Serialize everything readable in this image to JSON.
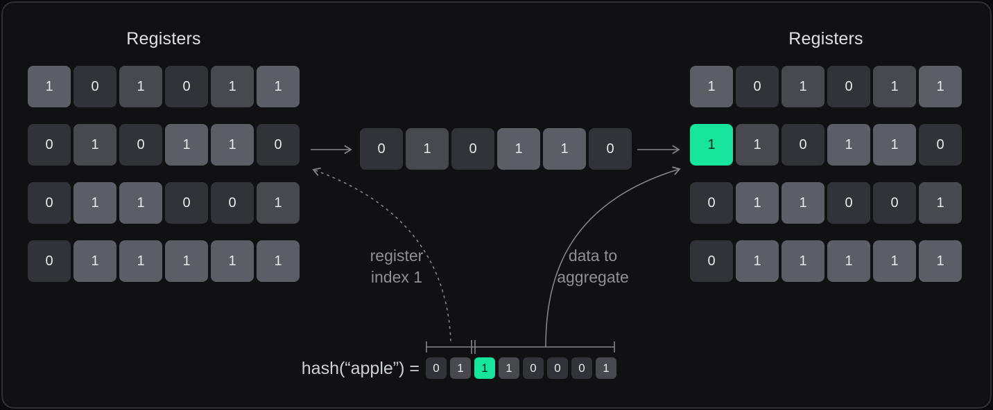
{
  "colors": {
    "background": "#0b0b0d",
    "panel": "#111114",
    "panel_border": "#303136",
    "cell_dark": "#313338",
    "cell_mid": "#47494f",
    "cell_light": "#5b5e65",
    "accent_green": "#17e59e",
    "cell_text": "#e8e9eb",
    "green_cell_text": "#0b2419",
    "title_text": "#dfe0e3",
    "muted_text": "#8f9095",
    "line": "#84858a"
  },
  "left_registers": {
    "title": "Registers",
    "rows": [
      [
        {
          "v": "1",
          "s": "l"
        },
        {
          "v": "0",
          "s": "d"
        },
        {
          "v": "1",
          "s": "m"
        },
        {
          "v": "0",
          "s": "d"
        },
        {
          "v": "1",
          "s": "m"
        },
        {
          "v": "1",
          "s": "l"
        }
      ],
      [
        {
          "v": "0",
          "s": "d"
        },
        {
          "v": "1",
          "s": "m"
        },
        {
          "v": "0",
          "s": "d"
        },
        {
          "v": "1",
          "s": "l"
        },
        {
          "v": "1",
          "s": "l"
        },
        {
          "v": "0",
          "s": "d"
        }
      ],
      [
        {
          "v": "0",
          "s": "d"
        },
        {
          "v": "1",
          "s": "l"
        },
        {
          "v": "1",
          "s": "l"
        },
        {
          "v": "0",
          "s": "d"
        },
        {
          "v": "0",
          "s": "d"
        },
        {
          "v": "1",
          "s": "m"
        }
      ],
      [
        {
          "v": "0",
          "s": "d"
        },
        {
          "v": "1",
          "s": "l"
        },
        {
          "v": "1",
          "s": "l"
        },
        {
          "v": "1",
          "s": "l"
        },
        {
          "v": "1",
          "s": "l"
        },
        {
          "v": "1",
          "s": "l"
        }
      ]
    ]
  },
  "right_registers": {
    "title": "Registers",
    "rows": [
      [
        {
          "v": "1",
          "s": "l"
        },
        {
          "v": "0",
          "s": "d"
        },
        {
          "v": "1",
          "s": "m"
        },
        {
          "v": "0",
          "s": "d"
        },
        {
          "v": "1",
          "s": "m"
        },
        {
          "v": "1",
          "s": "l"
        }
      ],
      [
        {
          "v": "1",
          "s": "g"
        },
        {
          "v": "1",
          "s": "m"
        },
        {
          "v": "0",
          "s": "d"
        },
        {
          "v": "1",
          "s": "l"
        },
        {
          "v": "1",
          "s": "l"
        },
        {
          "v": "0",
          "s": "d"
        }
      ],
      [
        {
          "v": "0",
          "s": "d"
        },
        {
          "v": "1",
          "s": "l"
        },
        {
          "v": "1",
          "s": "l"
        },
        {
          "v": "0",
          "s": "d"
        },
        {
          "v": "0",
          "s": "d"
        },
        {
          "v": "1",
          "s": "m"
        }
      ],
      [
        {
          "v": "0",
          "s": "d"
        },
        {
          "v": "1",
          "s": "l"
        },
        {
          "v": "1",
          "s": "l"
        },
        {
          "v": "1",
          "s": "l"
        },
        {
          "v": "1",
          "s": "l"
        },
        {
          "v": "1",
          "s": "l"
        }
      ]
    ]
  },
  "extracted_register": {
    "rows": [
      [
        {
          "v": "0",
          "s": "d"
        },
        {
          "v": "1",
          "s": "m"
        },
        {
          "v": "0",
          "s": "d"
        },
        {
          "v": "1",
          "s": "l"
        },
        {
          "v": "1",
          "s": "l"
        },
        {
          "v": "0",
          "s": "d"
        }
      ]
    ]
  },
  "annotations": {
    "register_index": {
      "line1": "register",
      "line2": "index 1"
    },
    "data_to_aggregate": {
      "line1": "data to",
      "line2": "aggregate"
    }
  },
  "hash": {
    "label": "hash(“apple”) =",
    "rows": [
      [
        {
          "v": "0",
          "s": "d"
        },
        {
          "v": "1",
          "s": "m"
        },
        {
          "v": "1",
          "s": "g"
        },
        {
          "v": "1",
          "s": "m"
        },
        {
          "v": "0",
          "s": "d"
        },
        {
          "v": "0",
          "s": "d"
        },
        {
          "v": "0",
          "s": "d"
        },
        {
          "v": "1",
          "s": "m"
        }
      ]
    ]
  }
}
